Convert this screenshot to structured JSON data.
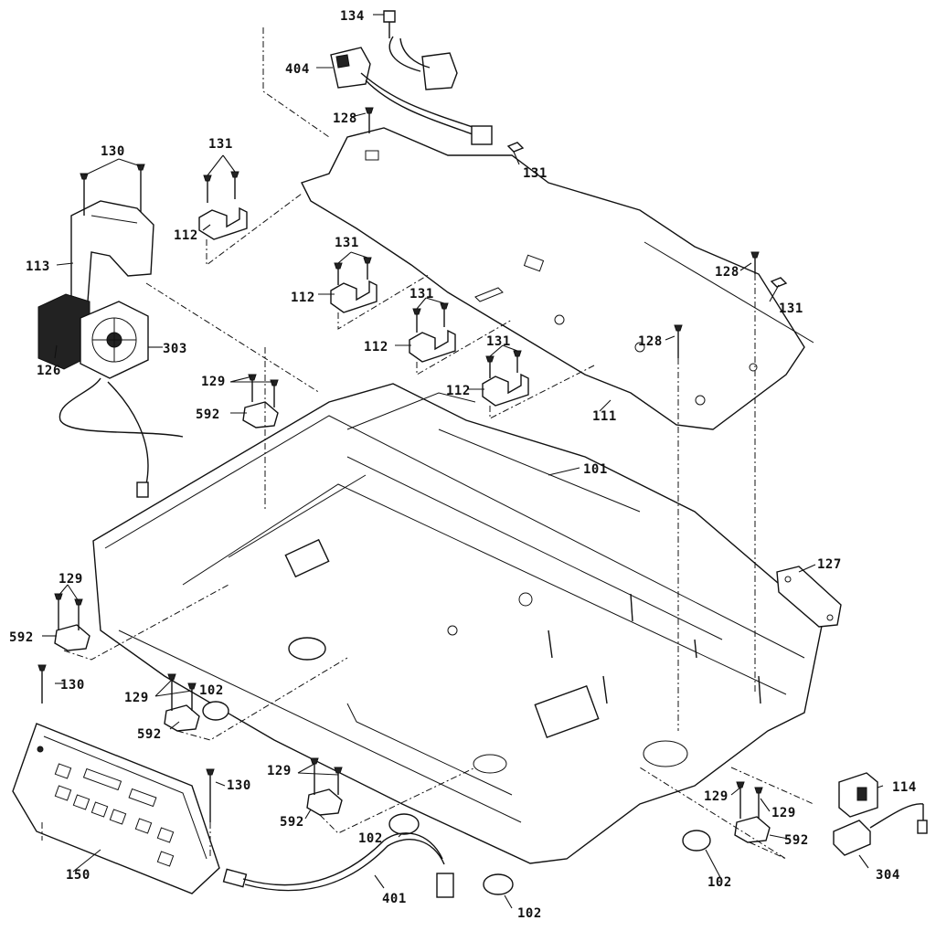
{
  "diagram": {
    "callouts": {
      "c134": "134",
      "c404": "404",
      "c128a": "128",
      "c131a": "131",
      "c130a": "130",
      "c131b": "131",
      "c112a": "112",
      "c113": "113",
      "c126": "126",
      "c303": "303",
      "c131c": "131",
      "c112b": "112",
      "c131d": "131",
      "c112c": "112",
      "c131e": "131",
      "c112d": "112",
      "c111": "111",
      "c128b": "128",
      "c131f": "131",
      "c128c": "128",
      "c129a": "129",
      "c592a": "592",
      "c101": "101",
      "c127": "127",
      "c129b": "129",
      "c592b": "592",
      "c130b": "130",
      "c129c": "129",
      "c102a": "102",
      "c592c": "592",
      "c130c": "130",
      "c129d": "129",
      "c592d": "592",
      "c102b": "102",
      "c150": "150",
      "c401": "401",
      "c102c": "102",
      "c129e": "129",
      "c129f": "129",
      "c592e": "592",
      "c102d": "102",
      "c114": "114",
      "c304": "304"
    }
  }
}
